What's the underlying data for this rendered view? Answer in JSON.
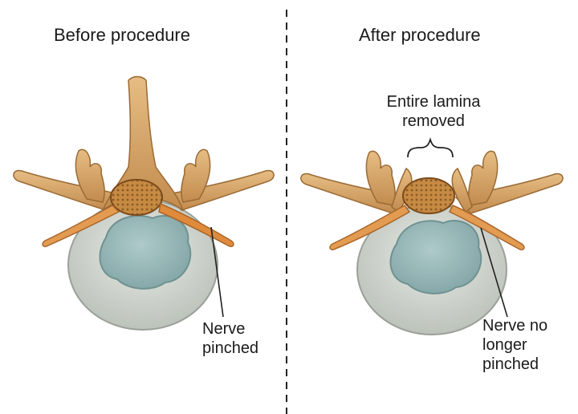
{
  "before": {
    "title": "Before procedure",
    "nerve_label_line1": "Nerve",
    "nerve_label_line2": "pinched"
  },
  "after": {
    "title": "After procedure",
    "lamina_label_line1": "Entire lamina",
    "lamina_label_line2": "removed",
    "nerve_label_line1": "Nerve no",
    "nerve_label_line2": "longer",
    "nerve_label_line3": "pinched"
  },
  "colors": {
    "bone": "#d9a86a",
    "bone_dark": "#a8743c",
    "disc": "#d8ddd6",
    "nucleus": "#9bb9ba",
    "nerve": "#e0974f",
    "divider": "#222222"
  }
}
